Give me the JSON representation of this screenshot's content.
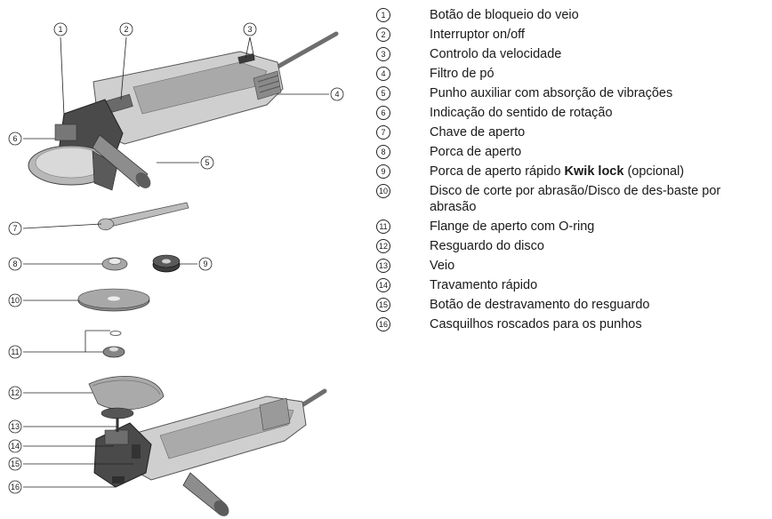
{
  "legend": {
    "items": [
      {
        "num": "1",
        "text": "Botão de bloqueio do veio"
      },
      {
        "num": "2",
        "text": "Interruptor on/off"
      },
      {
        "num": "3",
        "text": "Controlo da velocidade"
      },
      {
        "num": "4",
        "text": "Filtro de pó"
      },
      {
        "num": "5",
        "text": "Punho auxiliar com absorção de vibrações"
      },
      {
        "num": "6",
        "text": "Indicação do sentido de rotação"
      },
      {
        "num": "7",
        "text": "Chave de aperto"
      },
      {
        "num": "8",
        "text": "Porca de aperto"
      },
      {
        "num": "9",
        "text_before": "Porca de aperto rápido ",
        "text_bold": "Kwik lock",
        "text_after": " (opcional)"
      },
      {
        "num": "10",
        "text": "Disco de corte por abrasão/Disco de des-baste por abrasão"
      },
      {
        "num": "11",
        "text": "Flange de aperto com O-ring"
      },
      {
        "num": "12",
        "text": "Resguardo do disco"
      },
      {
        "num": "13",
        "text": "Veio"
      },
      {
        "num": "14",
        "text": "Travamento rápido"
      },
      {
        "num": "15",
        "text": "Botão de destravamento do resguardo"
      },
      {
        "num": "16",
        "text": "Casquilhos roscados para os punhos"
      }
    ]
  },
  "callouts": [
    "1",
    "2",
    "3",
    "4",
    "5",
    "6",
    "7",
    "8",
    "9",
    "10",
    "11",
    "12",
    "13",
    "14",
    "15",
    "16"
  ]
}
